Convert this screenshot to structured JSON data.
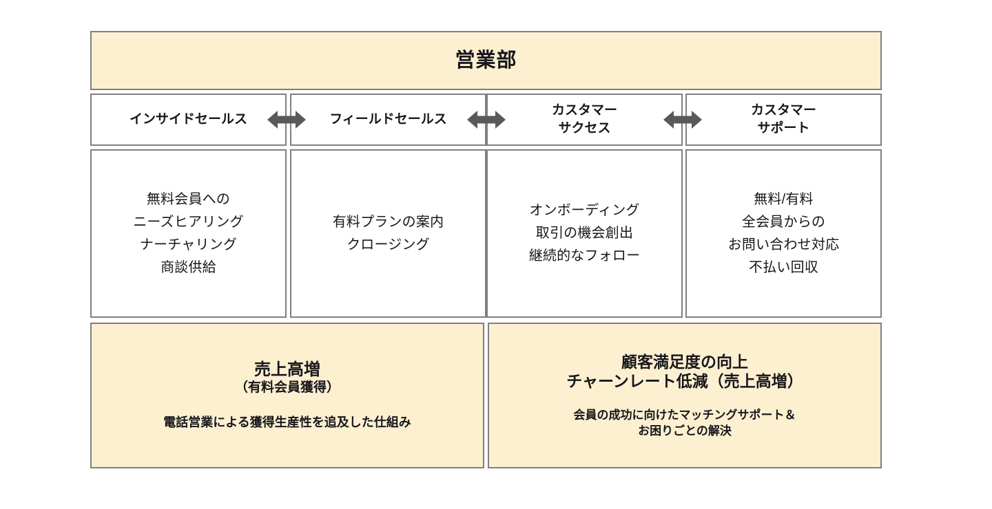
{
  "diagram": {
    "title": "営業部",
    "colors": {
      "box_border": "#7f7f7f",
      "accent_fill": "#fdf0d1",
      "plain_fill": "#ffffff",
      "arrow": "#595959",
      "text": "#17171b"
    },
    "teams": [
      {
        "name": "インサイドセールス",
        "name_lines": [
          "インサイドセールス"
        ]
      },
      {
        "name": "フィールドセールス",
        "name_lines": [
          "フィールドセールス"
        ]
      },
      {
        "name": "カスタマーサクセス",
        "name_lines": [
          "カスタマー",
          "サクセス"
        ]
      },
      {
        "name": "カスタマーサポート",
        "name_lines": [
          "カスタマー",
          "サポート"
        ]
      }
    ],
    "duties": [
      {
        "lines": [
          "無料会員への",
          "ニーズヒアリング",
          "ナーチャリング",
          "商談供給"
        ]
      },
      {
        "lines": [
          "有料プランの案内",
          "クロージング"
        ]
      },
      {
        "lines": [
          "オンボーディング",
          "取引の機会創出",
          "継続的なフォロー"
        ]
      },
      {
        "lines": [
          "無料/有料",
          "全会員からの",
          "お問い合わせ対応",
          "不払い回収"
        ]
      }
    ],
    "arrows": [
      {
        "icon": "double-arrow-icon",
        "between": "インサイドセールス↔フィールドセールス"
      },
      {
        "icon": "double-arrow-icon",
        "between": "フィールドセールス↔カスタマーサクセス"
      },
      {
        "icon": "double-arrow-icon",
        "between": "カスタマーサクセス↔カスタマーサポート"
      }
    ],
    "outcomes": [
      {
        "heading": "売上高増",
        "subheading": "（有料会員獲得）",
        "detail_lines": [
          "電話営業による獲得生産性を追及した仕組み"
        ]
      },
      {
        "heading_lines": [
          "顧客満足度の向上",
          "チャーンレート低減（売上高増）"
        ],
        "detail_lines": [
          "会員の成功に向けたマッチングサポート＆",
          "お困りごとの解決"
        ]
      }
    ]
  }
}
